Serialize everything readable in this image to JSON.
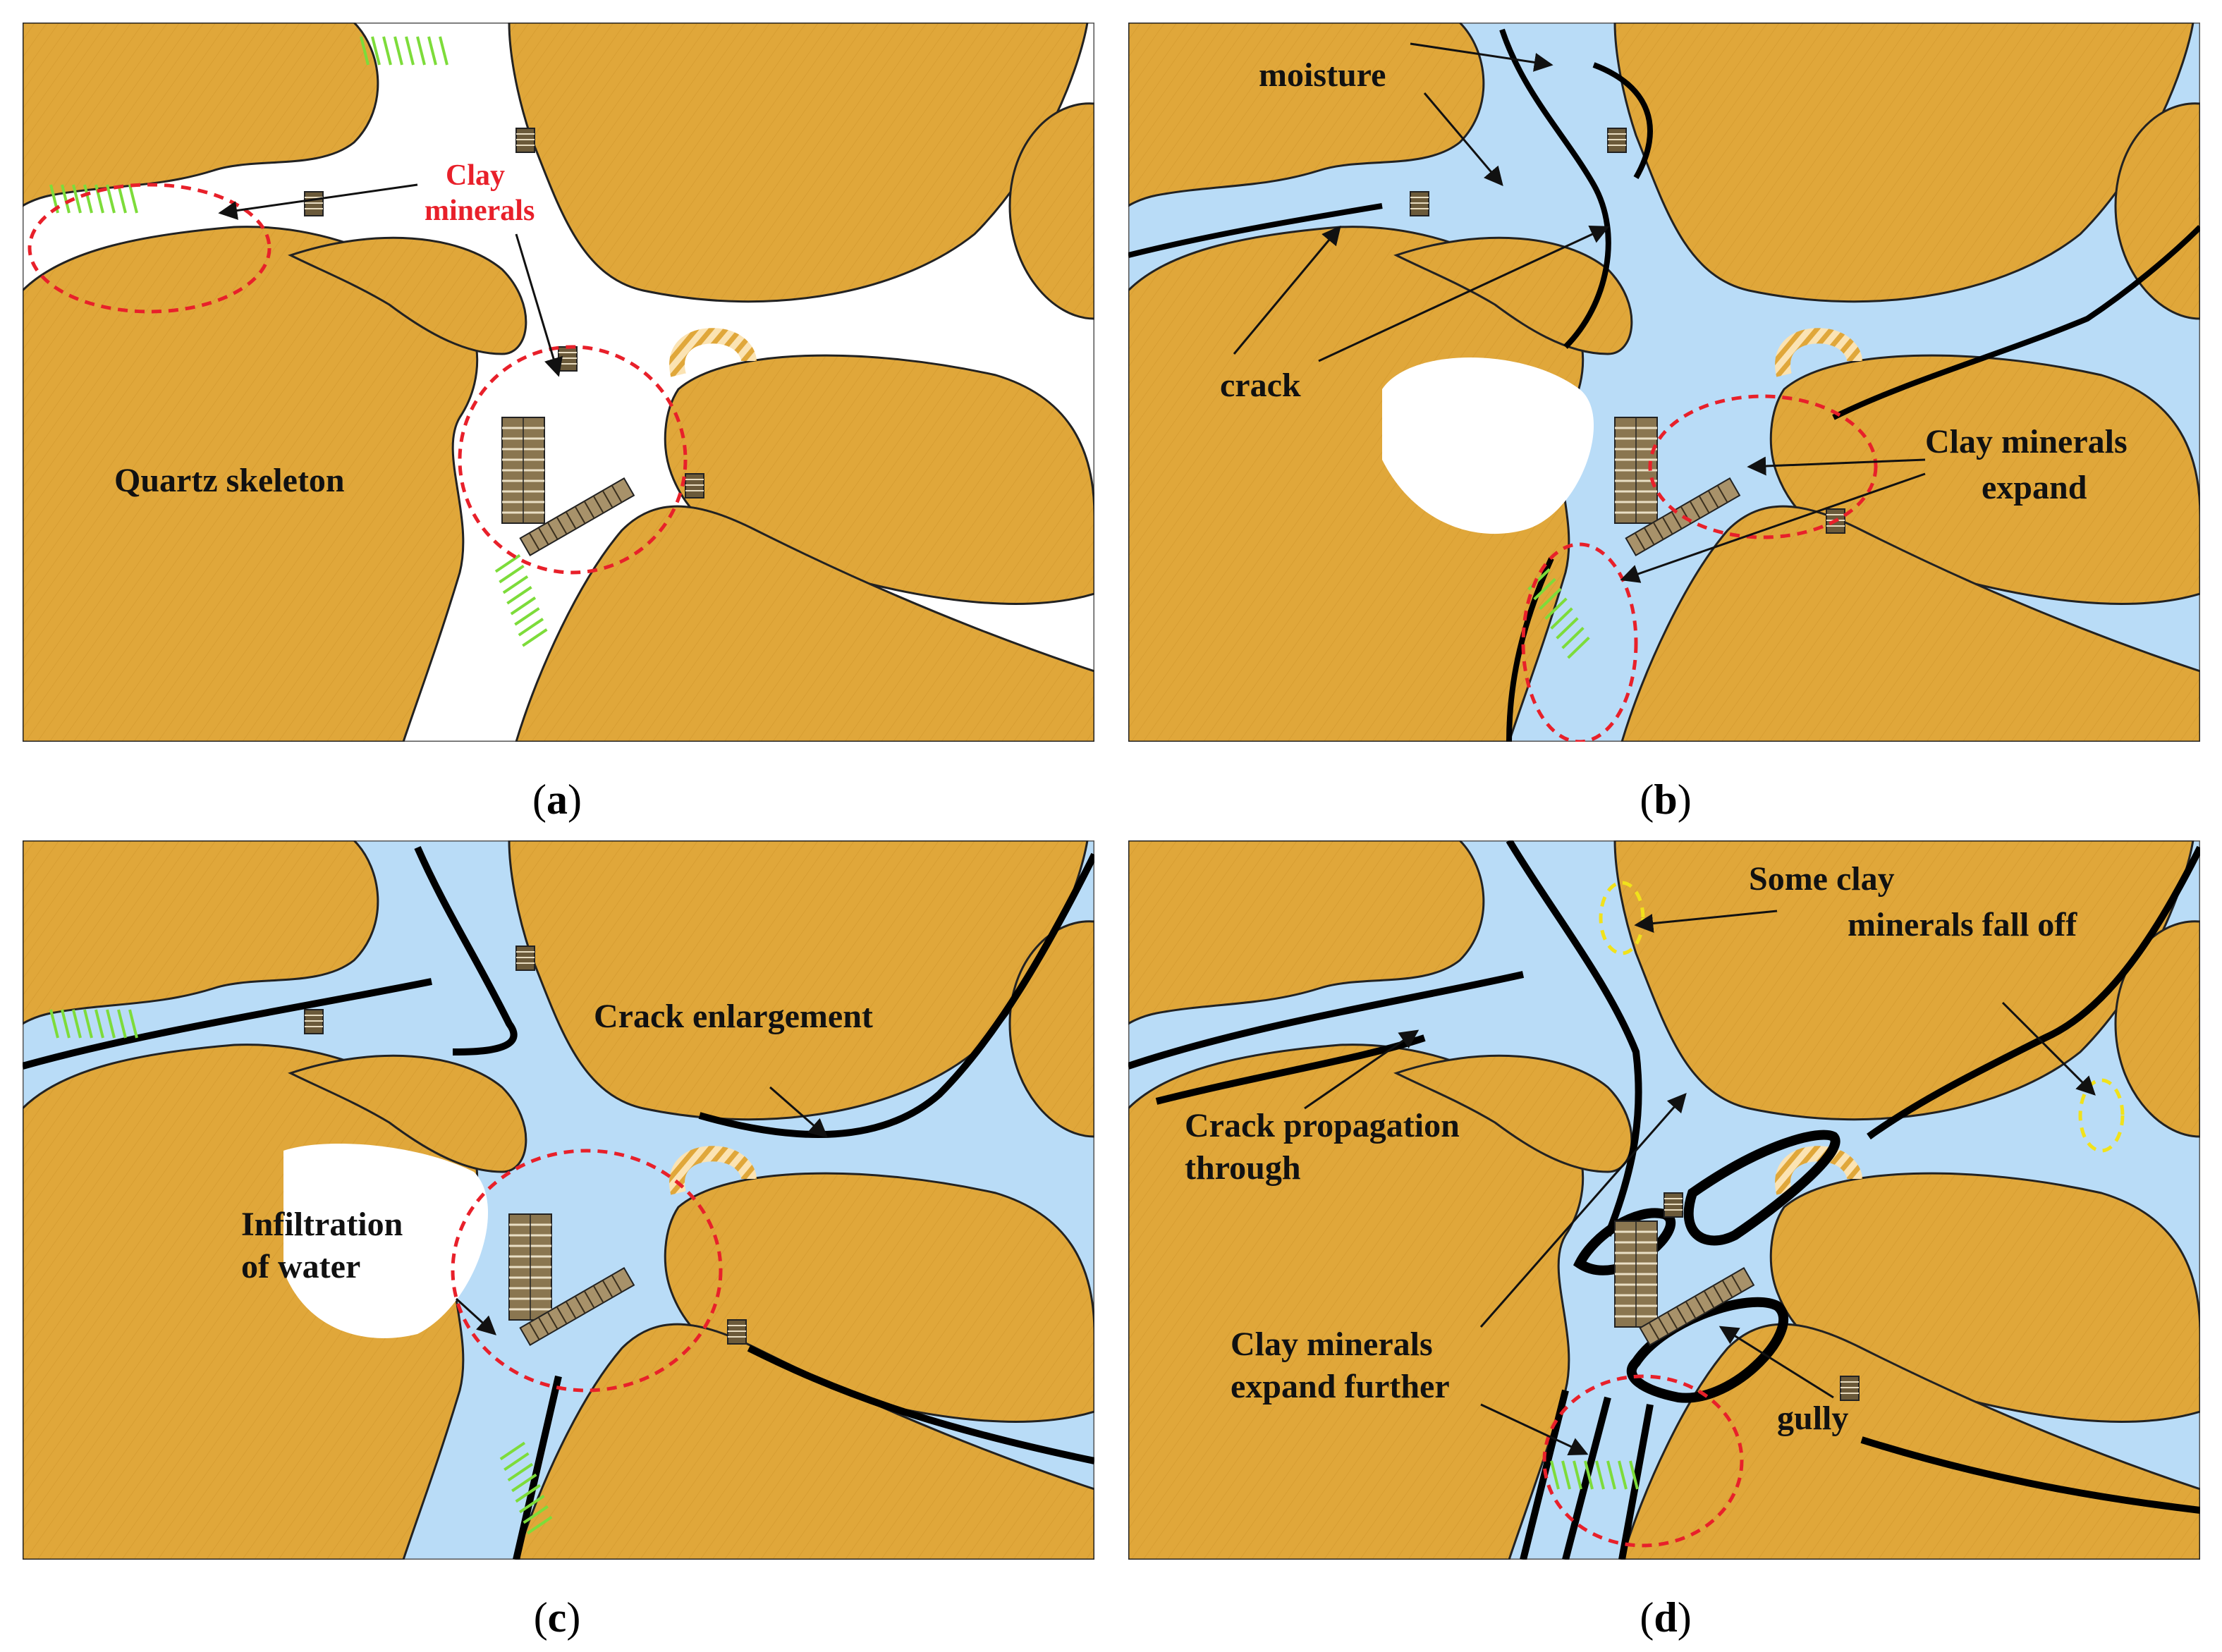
{
  "colors": {
    "grain": "#e0a73a",
    "grain_dark": "#c98f25",
    "water": "#b9dcf7",
    "crack": "#000000",
    "clay_highlight": "#7ddc3a",
    "circle_red": "#e8202a",
    "circle_yellow": "#f1e21b"
  },
  "panels": {
    "a": {
      "caption_letter": "a",
      "labels": {
        "clay_minerals_1": "Clay",
        "clay_minerals_2": "minerals",
        "quartz": "Quartz skeleton"
      }
    },
    "b": {
      "caption_letter": "b",
      "labels": {
        "moisture": "moisture",
        "crack": "crack",
        "clay_expand_1": "Clay minerals",
        "clay_expand_2": "expand"
      }
    },
    "c": {
      "caption_letter": "c",
      "labels": {
        "crack_enlargement": "Crack enlargement",
        "infiltration_1": "Infiltration",
        "infiltration_2": "of water"
      }
    },
    "d": {
      "caption_letter": "d",
      "labels": {
        "fall_off_1": "Some clay",
        "fall_off_2": "minerals fall off",
        "propagation_1": "Crack propagation",
        "propagation_2": "through",
        "expand_further_1": "Clay minerals",
        "expand_further_2": "expand further",
        "gully": "gully"
      }
    }
  },
  "icons": [
    "quartz-grain-shape",
    "clay-stack-icon",
    "arrow-icon",
    "circle-marker-icon"
  ]
}
